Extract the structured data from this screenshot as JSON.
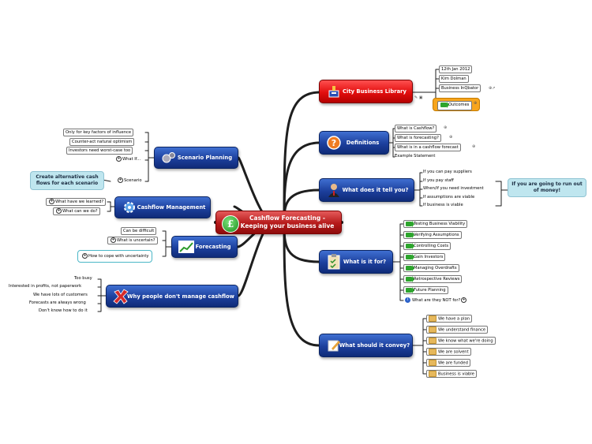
{
  "central": {
    "title_line1": "Cashflow Forecasting  -",
    "title_line2": "Keeping your business alive",
    "icon": "pound-icon"
  },
  "branches": {
    "city_library": {
      "label": "City Business Library",
      "icon": "library-icon",
      "color": "#e20e0e",
      "children": [
        "12th Jan 2012",
        "Kim Dolman",
        "Business InQbator"
      ],
      "outcomes": "Outcomes"
    },
    "definitions": {
      "label": "Definitions",
      "icon": "question-icon",
      "children": [
        "What is Cashflow?",
        "What is forecasting?",
        "What is in a cashflow forecast",
        "Example Statement"
      ]
    },
    "tell_you": {
      "label": "What does it tell you?",
      "icon": "person-icon",
      "children": [
        "If you can pay suppliers",
        "If you pay staff",
        "When/if you need investment",
        "If assumptions are viable",
        "If business is viable"
      ],
      "note": "If you are going to run out of money!"
    },
    "what_for": {
      "label": "What is it for?",
      "icon": "clipboard-icon",
      "children": [
        "Testing Business Viability",
        "Verifying Assumptions",
        "Controlling Costs",
        "Gain Investors",
        "Managing Overdrafts",
        "Retrospective Reviews",
        "Future Planning"
      ],
      "extra": "What are they NOT for?"
    },
    "convey": {
      "label": "What should it convey?",
      "icon": "pen-icon",
      "children": [
        "We have a plan",
        "We understand finance",
        "We know what we're doing",
        "We are solvent",
        "We are funded",
        "Business is viable"
      ]
    },
    "scenario": {
      "label": "Scenario Planning",
      "icon": "gears-icon",
      "children": [
        "Only for key factors of influence",
        "Counter-act natural optimism",
        "Investors need worst-case too",
        "What If...",
        "Scenario"
      ],
      "note": "Create alternative cash flows for each scenario"
    },
    "cashflow_mgmt": {
      "label": "Cashflow Management",
      "icon": "cog-icon",
      "children": [
        "What have we learned?",
        "What can we do?"
      ]
    },
    "forecasting": {
      "label": "Forecasting",
      "icon": "chart-icon",
      "children": [
        "Can be difficult",
        "What is uncertain?",
        "How to cope with uncertainty"
      ]
    },
    "why_not": {
      "label": "Why people don't manage cashflow",
      "icon": "cross-icon",
      "children": [
        "Too busy",
        "Interested in profits, not paperwork",
        "We have lots of customers",
        "Forecasts are always wrong",
        "Don't know how to do it"
      ]
    }
  }
}
